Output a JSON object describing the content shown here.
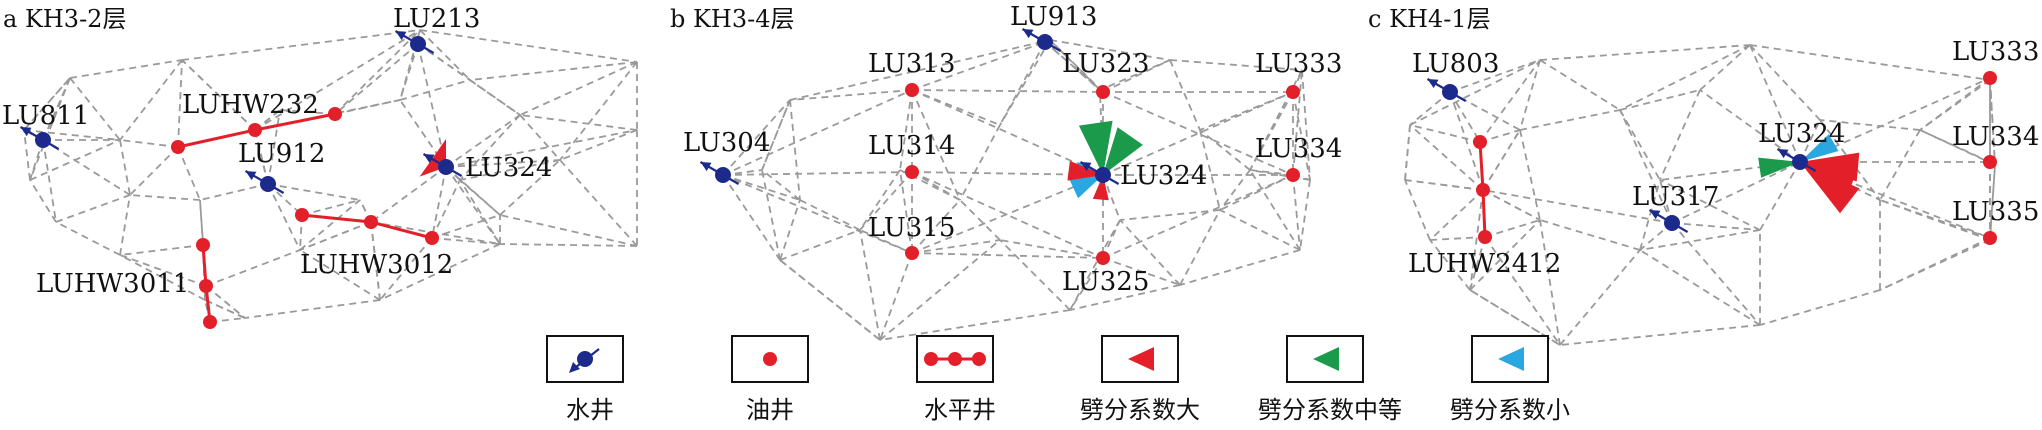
{
  "panels": [
    {
      "title": "a KH3-2层",
      "wells": {
        "LU811": {
          "type": "water",
          "label": "LU811"
        },
        "LU213": {
          "type": "water",
          "label": "LU213"
        },
        "LUHW232": {
          "type": "horizontal",
          "label": "LUHW232"
        },
        "LU912": {
          "type": "water",
          "label": "LU912"
        },
        "LU324": {
          "type": "water",
          "label": "LU324"
        },
        "LUHW3011": {
          "type": "horizontal",
          "label": "LUHW3011"
        },
        "LUHW3012": {
          "type": "horizontal",
          "label": "LUHW3012"
        }
      }
    },
    {
      "title": "b KH3-4层",
      "wells": {
        "LU913": {
          "type": "water",
          "label": "LU913"
        },
        "LU313": {
          "type": "oil",
          "label": "LU313"
        },
        "LU323": {
          "type": "oil",
          "label": "LU323"
        },
        "LU333": {
          "type": "oil",
          "label": "LU333"
        },
        "LU304": {
          "type": "water",
          "label": "LU304"
        },
        "LU314": {
          "type": "oil",
          "label": "LU314"
        },
        "LU324": {
          "type": "water",
          "label": "LU324"
        },
        "LU334": {
          "type": "oil",
          "label": "LU334"
        },
        "LU315": {
          "type": "oil",
          "label": "LU315"
        },
        "LU325": {
          "type": "oil",
          "label": "LU325"
        }
      }
    },
    {
      "title": "c KH4-1层",
      "wells": {
        "LU803": {
          "type": "water",
          "label": "LU803"
        },
        "LU333": {
          "type": "oil",
          "label": "LU333"
        },
        "LU324": {
          "type": "water",
          "label": "LU324"
        },
        "LU334": {
          "type": "oil",
          "label": "LU334"
        },
        "LU317": {
          "type": "water",
          "label": "LU317"
        },
        "LU335": {
          "type": "oil",
          "label": "LU335"
        },
        "LUHW2412": {
          "type": "horizontal",
          "label": "LUHW2412"
        }
      }
    }
  ],
  "legend": [
    {
      "key": "water",
      "label": "水井"
    },
    {
      "key": "oil",
      "label": "油井"
    },
    {
      "key": "horizontal",
      "label": "水平井"
    },
    {
      "key": "split_large",
      "label": "劈分系数大"
    },
    {
      "key": "split_medium",
      "label": "劈分系数中等"
    },
    {
      "key": "split_small",
      "label": "劈分系数小"
    }
  ],
  "colors": {
    "water": "#1c2a8c",
    "oil": "#e3202a",
    "split_large": "#e3202a",
    "split_medium": "#1a9a4a",
    "split_small": "#2aa7e0",
    "edge": "#9a9a9a"
  }
}
